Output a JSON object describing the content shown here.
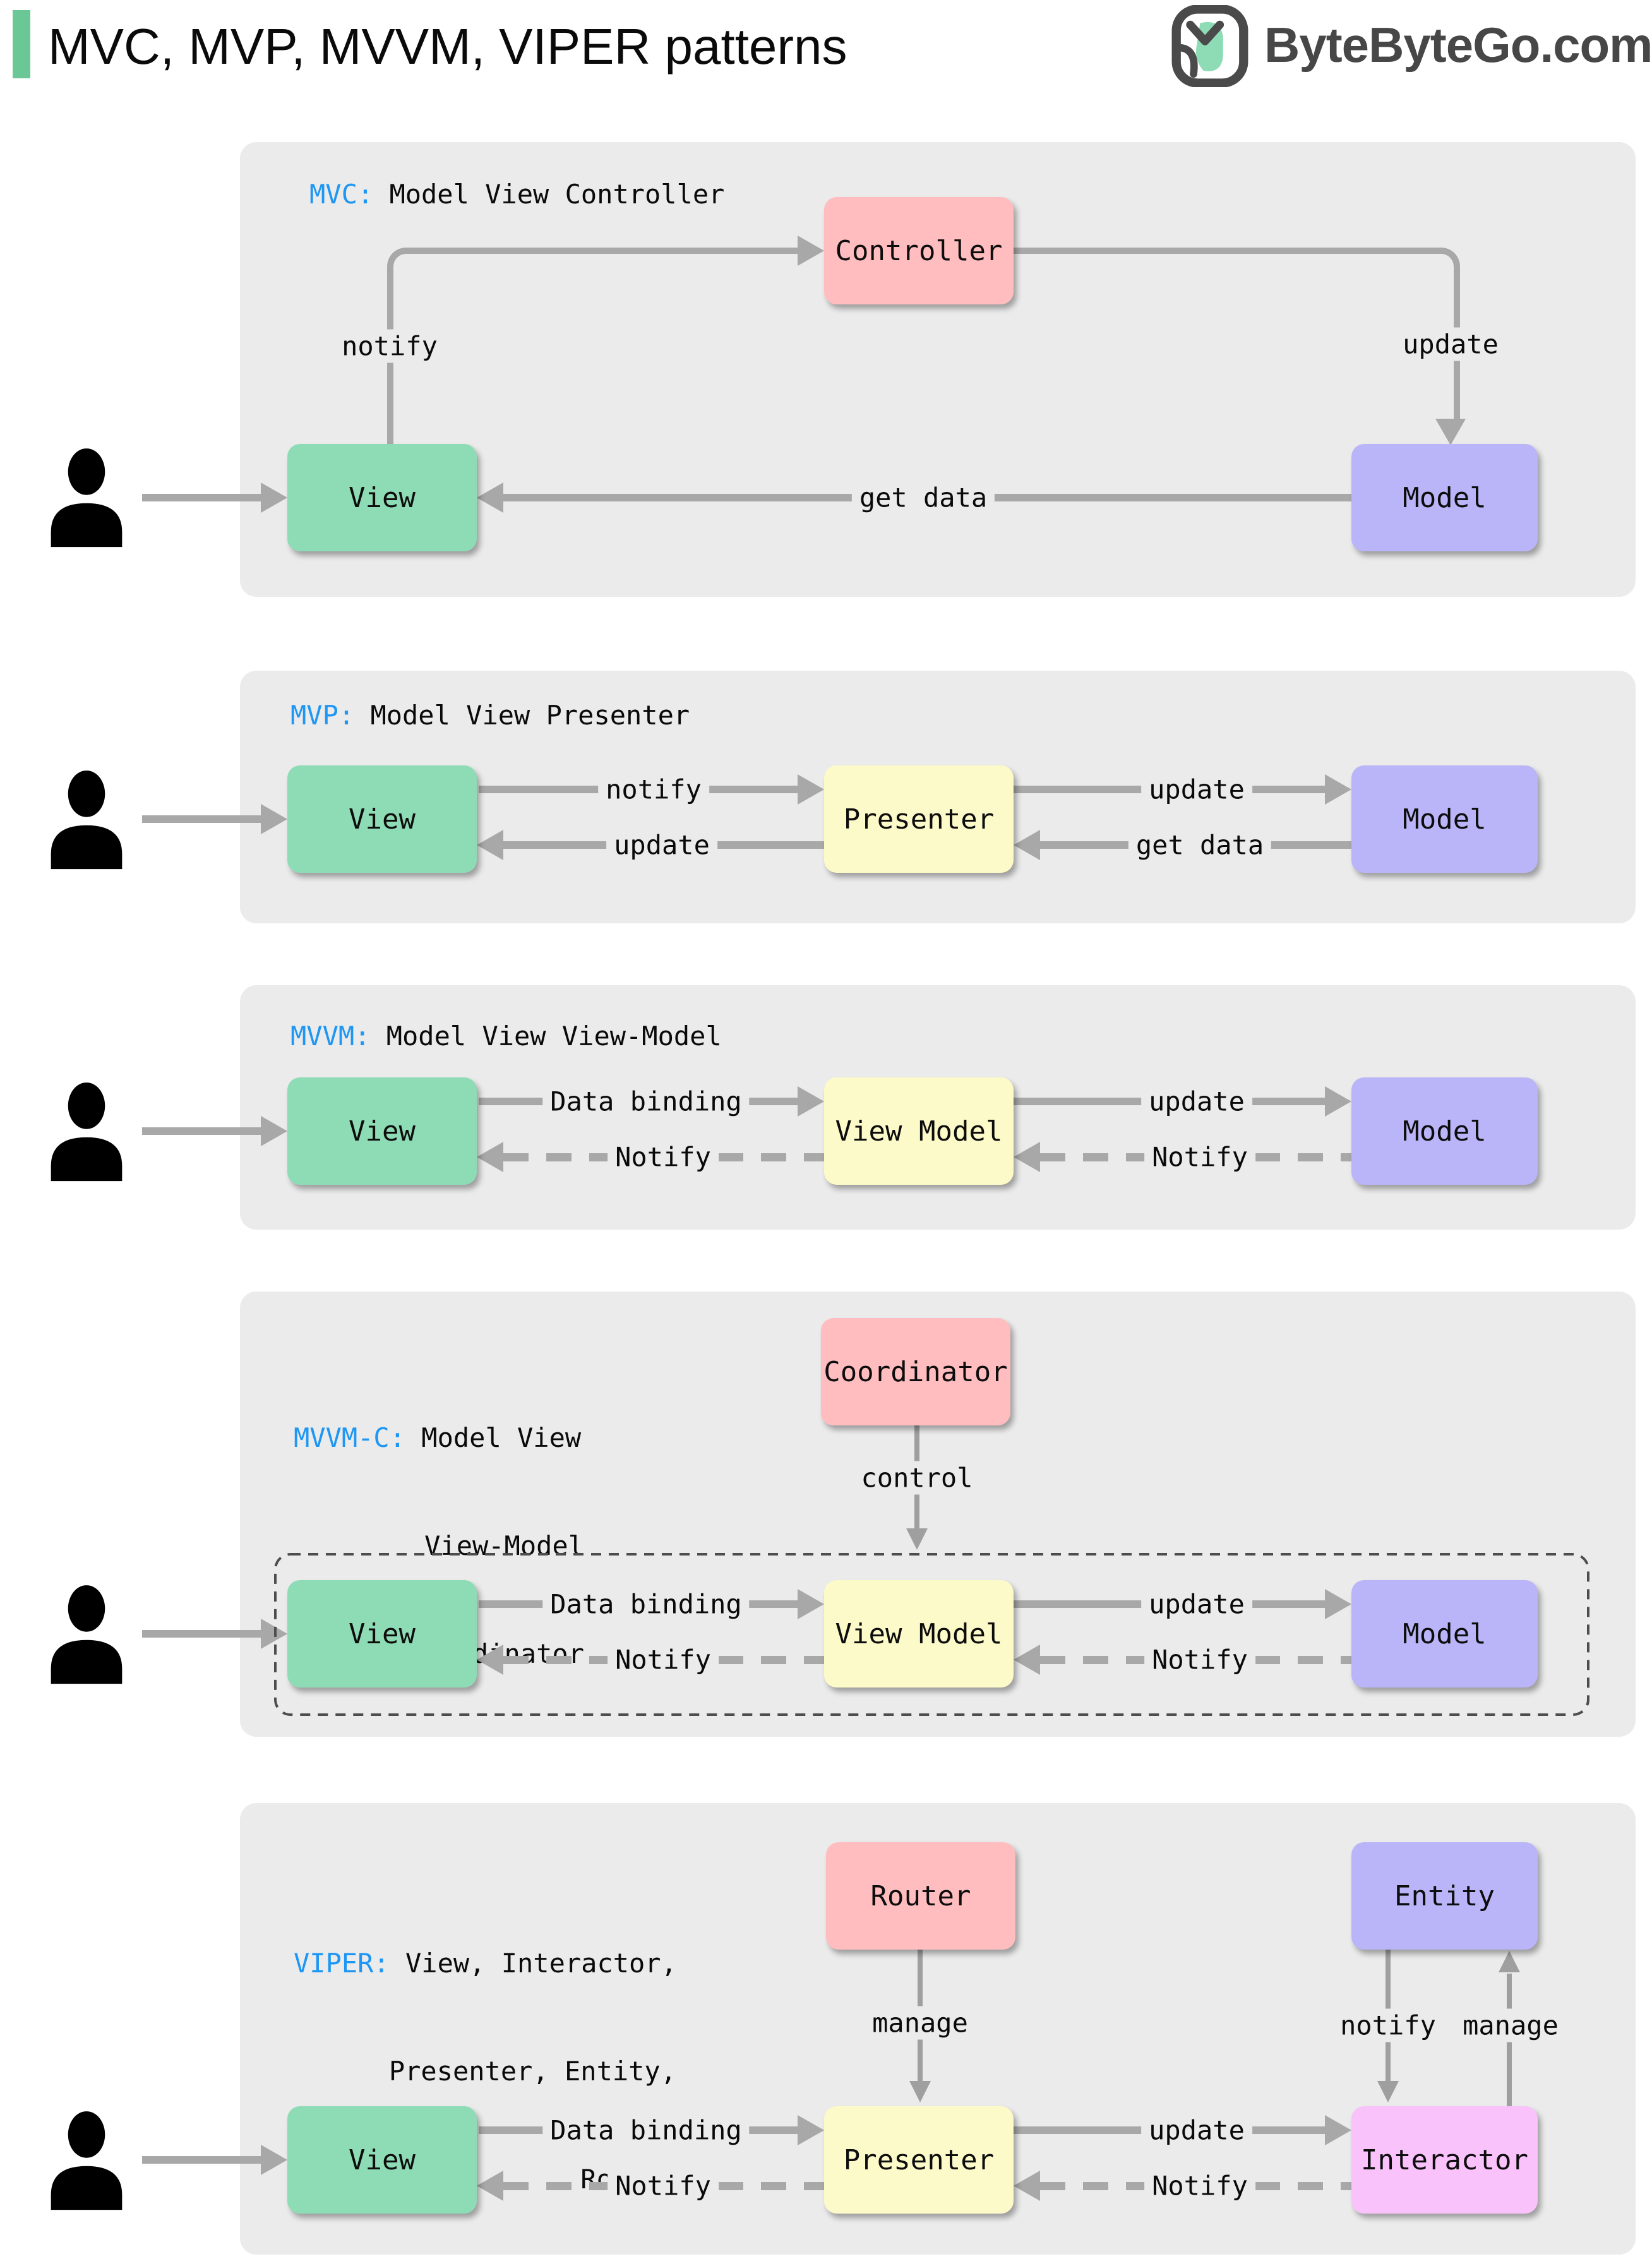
{
  "header": {
    "title": "MVC, MVP, MVVM, VIPER patterns",
    "brand": "ByteByteGo.com"
  },
  "icons": [
    "person-icon",
    "bytebytego-logo-icon",
    "title-accent-bar"
  ],
  "colors": {
    "accent_green": "#6cc796",
    "panel_gray": "#ebebeb",
    "box_green": "#8edcb5",
    "box_pink": "#ffbdbf",
    "box_purple": "#b9b5f8",
    "box_yellow": "#fdfac9",
    "box_magenta": "#fac2fa",
    "label_blue": "#1e96f3",
    "arrow_gray": "#a8a8a8",
    "dashed_border": "#4d4d4d"
  },
  "sections": [
    {
      "id": "mvc",
      "title_prefix": "MVC:",
      "title_rest": " Model View Controller",
      "boxes": {
        "controller": "Controller",
        "view": "View",
        "model": "Model"
      },
      "edges": {
        "notify": "notify",
        "update": "update",
        "get_data": "get data"
      }
    },
    {
      "id": "mvp",
      "title_prefix": "MVP:",
      "title_rest": " Model View Presenter",
      "boxes": {
        "view": "View",
        "presenter": "Presenter",
        "model": "Model"
      },
      "edges": {
        "notify": "notify",
        "update_top": "update",
        "update_bottom": "update",
        "get_data": "get data"
      }
    },
    {
      "id": "mvvm",
      "title_prefix": "MVVM:",
      "title_rest": " Model View View-Model",
      "boxes": {
        "view": "View",
        "view_model": "View Model",
        "model": "Model"
      },
      "edges": {
        "data_binding": "Data binding",
        "notify_left": "Notify",
        "update": "update",
        "notify_right": "Notify"
      }
    },
    {
      "id": "mvvm-c",
      "title_prefix": "MVVM-C:",
      "title_line1_rest": " Model View",
      "title_line2": "View-Model",
      "title_line3": "Coordinator",
      "boxes": {
        "coordinator": "Coordinator",
        "view": "View",
        "view_model": "View Model",
        "model": "Model"
      },
      "edges": {
        "control": "control",
        "data_binding": "Data binding",
        "notify_left": "Notify",
        "update": "update",
        "notify_right": "Notify"
      }
    },
    {
      "id": "viper",
      "title_prefix": "VIPER:",
      "title_line1_rest": " View, Interactor,",
      "title_line2": "Presenter, Entity,",
      "title_line3": "Router",
      "boxes": {
        "router": "Router",
        "entity": "Entity",
        "view": "View",
        "presenter": "Presenter",
        "interactor": "Interactor"
      },
      "edges": {
        "manage_router": "manage",
        "notify_entity": "notify",
        "manage_entity": "manage",
        "data_binding": "Data binding",
        "notify_left": "Notify",
        "update": "update",
        "notify_right": "Notify"
      }
    }
  ]
}
